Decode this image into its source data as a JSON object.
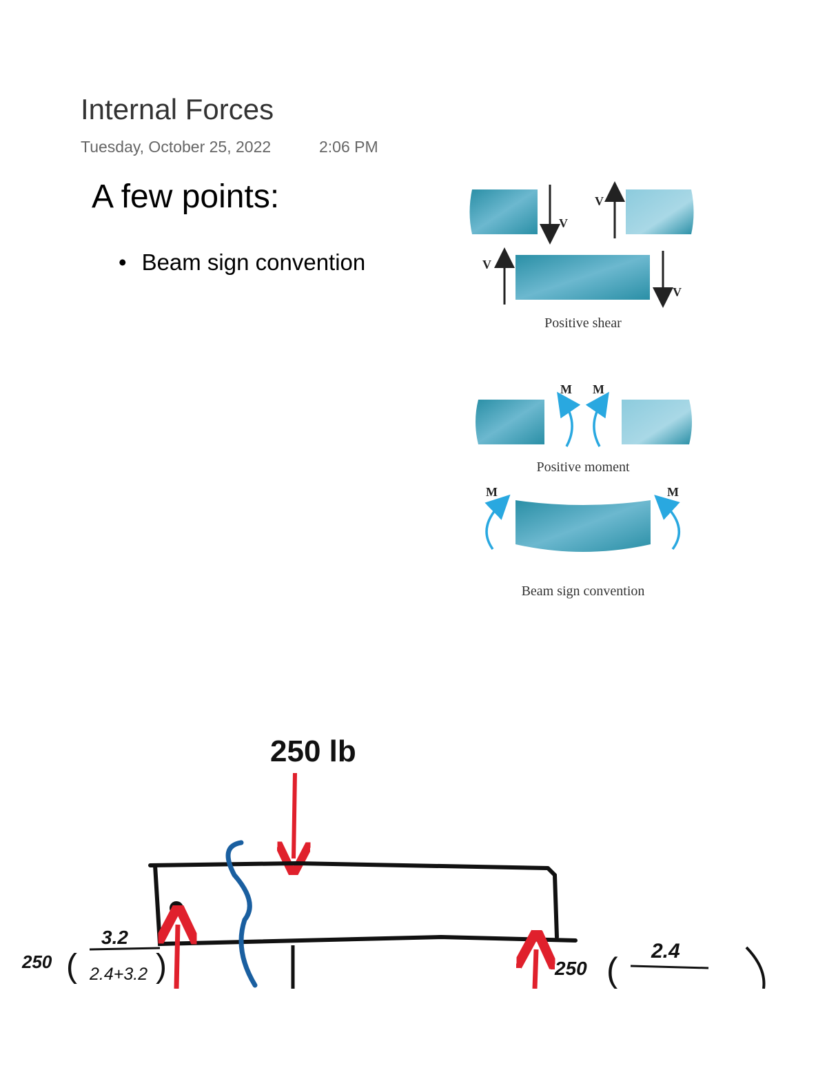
{
  "note": {
    "title": "Internal Forces",
    "date": "Tuesday, October 25, 2022",
    "time": "2:06 PM"
  },
  "slide": {
    "heading": "A few points:",
    "bullet_glyph": "•",
    "bullets": [
      "Beam sign convention"
    ]
  },
  "figure": {
    "shear_label": "V",
    "moment_label": "M",
    "caption_shear": "Positive shear",
    "caption_moment": "Positive moment",
    "caption_convention": "Beam sign convention"
  },
  "sketch": {
    "load_label": "250 lb",
    "left_reaction_coeff": "250",
    "left_numerator": "3.2",
    "left_denominator": "2.4+3.2",
    "right_reaction_coeff": "250",
    "right_numerator": "2.4"
  },
  "colors": {
    "beam_dark": "#2a8fa6",
    "beam_light": "#8ccbdd",
    "moment_arrow": "#29a8e0",
    "load_arrow": "#e0202c",
    "cut_line": "#1a5fa0"
  }
}
